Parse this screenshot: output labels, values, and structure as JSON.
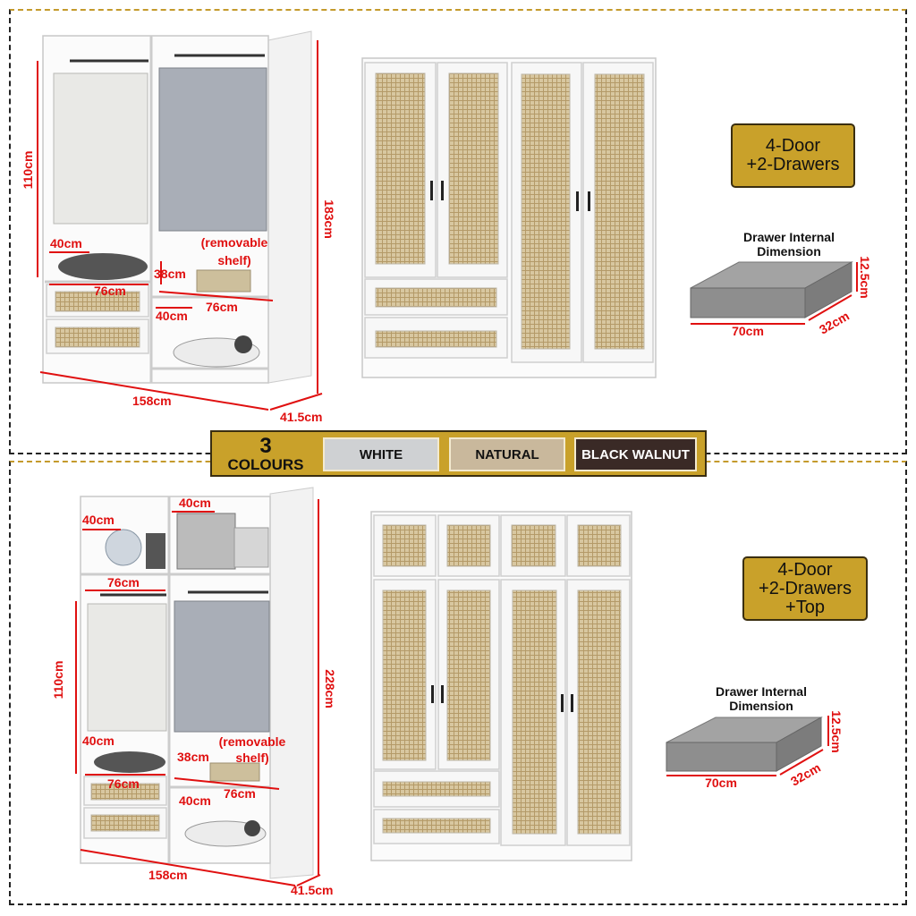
{
  "top": {
    "badge": {
      "line1": "4-Door",
      "line2": "+2-Drawers"
    },
    "dims": {
      "height_hang": "110cm",
      "height_total": "183cm",
      "left_depth": "40cm",
      "left_width": "76cm",
      "shelf_gap": "38cm",
      "removable1": "(removable",
      "removable2": "shelf)",
      "right_width": "76cm",
      "right_depth": "40cm",
      "width_total": "158cm",
      "depth_total": "41.5cm"
    },
    "drawer": {
      "title1": "Drawer Internal",
      "title2": "Dimension",
      "length": "70cm",
      "depth": "32cm",
      "height": "12.5cm"
    }
  },
  "legend": {
    "count": "3",
    "label": "COLOURS",
    "swatches": [
      {
        "label": "WHITE",
        "color": "#cfd1d3"
      },
      {
        "label": "NATURAL",
        "color": "#c9b89c"
      },
      {
        "label": "BLACK WALNUT",
        "color": "#3a2a26"
      }
    ]
  },
  "bottom": {
    "badge": {
      "line1": "4-Door",
      "line2": "+2-Drawers",
      "line3": "+Top"
    },
    "dims": {
      "top_left_depth": "40cm",
      "top_right_depth": "40cm",
      "top_width": "76cm",
      "height_hang": "110cm",
      "height_total": "228cm",
      "left_depth": "40cm",
      "shelf_gap": "38cm",
      "removable1": "(removable",
      "removable2": "shelf)",
      "left_width": "76cm",
      "right_width": "76cm",
      "right_depth": "40cm",
      "width_total": "158cm",
      "depth_total": "41.5cm"
    },
    "drawer": {
      "title1": "Drawer Internal",
      "title2": "Dimension",
      "length": "70cm",
      "depth": "32cm",
      "height": "12.5cm"
    }
  },
  "colors": {
    "accent": "#c9a12a",
    "dimension": "#e01010"
  }
}
